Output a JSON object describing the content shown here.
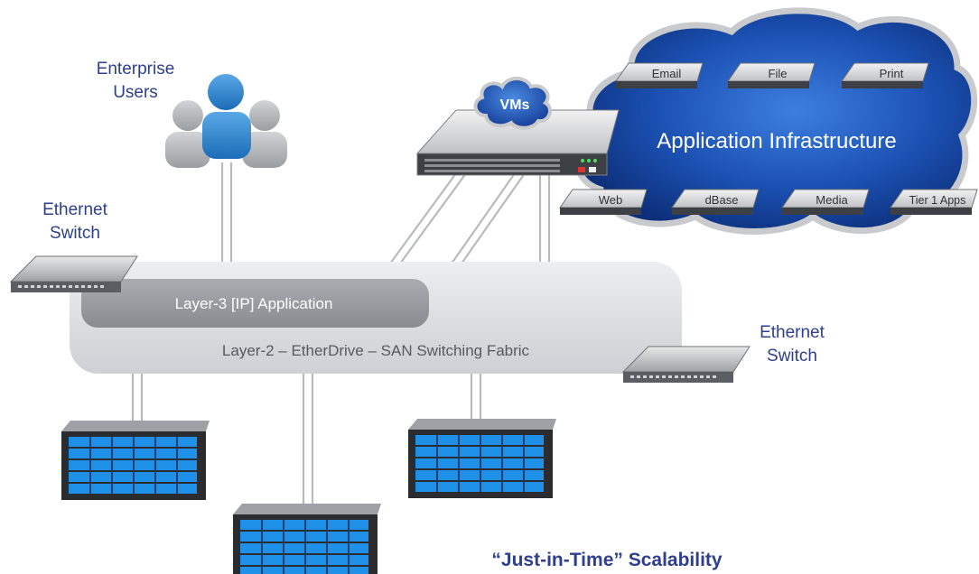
{
  "users": {
    "label_line1": "Enterprise",
    "label_line2": "Users"
  },
  "switch_left": {
    "label_line1": "Ethernet",
    "label_line2": "Switch"
  },
  "switch_right": {
    "label_line1": "Ethernet",
    "label_line2": "Switch"
  },
  "vms": {
    "label": "VMs"
  },
  "cloud": {
    "title": "Application Infrastructure",
    "servers_top": [
      "Email",
      "File",
      "Print"
    ],
    "servers_bottom": [
      "Web",
      "dBase",
      "Media",
      "Tier 1 Apps"
    ]
  },
  "layer3": {
    "label": "Layer-3 [IP] Application"
  },
  "layer2": {
    "label": "Layer-2 – EtherDrive – SAN Switching Fabric"
  },
  "tagline": "“Just-in-Time” Scalability",
  "colors": {
    "label_blue": "#2e3f8f",
    "cloud_blue": "#1a4fb0",
    "storage_blue": "#1e90e8",
    "fabric_gray": "#d9dbde",
    "layer3_gray": "#9a9ea3"
  }
}
